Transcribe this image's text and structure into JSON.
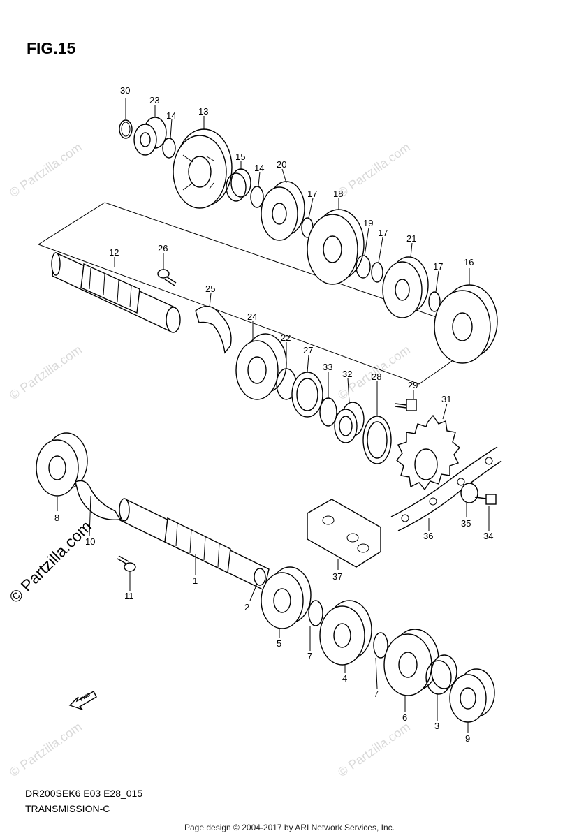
{
  "figure_label": "FIG.15",
  "diagram_code": "DR200SEK6 E03 E28_015",
  "diagram_name": "TRANSMISSION-C",
  "footer": "Page design © 2004-2017 by ARI Network Services, Inc.",
  "watermark": "© Partzilla.com",
  "fwd_label": "FWD",
  "callouts": {
    "c30": "30",
    "c23": "23",
    "c14a": "14",
    "c13": "13",
    "c15": "15",
    "c14b": "14",
    "c20": "20",
    "c17a": "17",
    "c18": "18",
    "c19": "19",
    "c17b": "17",
    "c21": "21",
    "c17c": "17",
    "c16": "16",
    "c12": "12",
    "c26": "26",
    "c25": "25",
    "c24": "24",
    "c22": "22",
    "c27": "27",
    "c33": "33",
    "c32": "32",
    "c28": "28",
    "c29": "29",
    "c31": "31",
    "c8": "8",
    "c10": "10",
    "c11": "11",
    "c1": "1",
    "c2": "2",
    "c5": "5",
    "c7a": "7",
    "c37": "37",
    "c35": "35",
    "c36": "36",
    "c34": "34",
    "c4": "4",
    "c7b": "7",
    "c6": "6",
    "c3": "3",
    "c9": "9"
  }
}
